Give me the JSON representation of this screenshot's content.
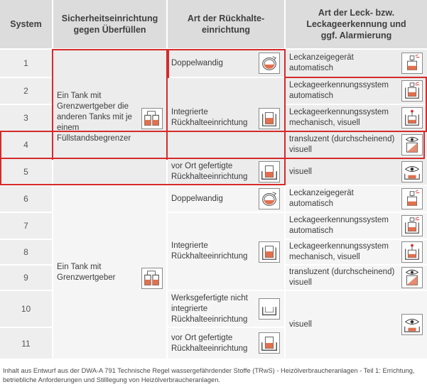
{
  "headers": {
    "system": "System",
    "safety": "Sicherheitseinrichtung gegen Überfüllen",
    "retention": "Art der Rückhalte-einrichtung",
    "leak": "Art der Leck- bzw. Leckageerkennung und ggf. Alarmierung"
  },
  "systems": [
    "1",
    "2",
    "3",
    "4",
    "5",
    "6",
    "7",
    "8",
    "9",
    "10",
    "11"
  ],
  "safety": {
    "group_a": "Ein Tank mit Grenzwertgeber die anderen Tanks mit je einem Füllstandsbegrenzer",
    "group_b": "Ein Tank mit Grenzwertgeber"
  },
  "retention": {
    "r1": "Doppelwandig",
    "r2": "Integrierte Rückhalteeinrichtung",
    "r3": "vor Ort gefertigte Rückhalteeinrichtung",
    "r4": "Doppelwandig",
    "r5": "Integrierte Rückhalteeinrichtung",
    "r6": "Werksgefertigte nicht integrierte Rückhalteeinrichtung",
    "r7": "vor Ort gefertigte Rückhalteeinrichtung"
  },
  "leak": {
    "l1": "Leckanzeigegerät automatisch",
    "l2": "Leckageerkennungssystem automatisch",
    "l3": "Leckageerkennungssystem mechanisch, visuell",
    "l4": "transluzent (durchscheinend) visuell",
    "l5": "visuell",
    "l6": "Leckanzeigegerät automatisch",
    "l7": "Leckageerkennungssystem automatisch",
    "l8": "Leckageerkennungssystem mechanisch, visuell",
    "l9": "transluzent (durchscheinend) visuell",
    "l10": "visuell"
  },
  "footnote": "Inhalt aus Entwurf aus der DWA-A 791 Technische Regel wassergefährdender Stoffe (TRwS) - Heizölverbraucheranlagen - Teil 1: Errichtung, betriebliche Anforderungen und Stilllegung von Heizölverbraucheranlagen.",
  "colors": {
    "highlight": "#d62a2a",
    "oil": "#e0704f",
    "header": "#dcdcdc"
  },
  "icons": [
    "two-tanks-icon",
    "double-wall-tank-icon",
    "integrated-tray-icon",
    "site-built-tray-icon",
    "empty-tray-icon",
    "leak-sensor-icon",
    "leak-alarm-icon",
    "float-gauge-icon",
    "eye-translucent-icon",
    "eye-icon"
  ]
}
